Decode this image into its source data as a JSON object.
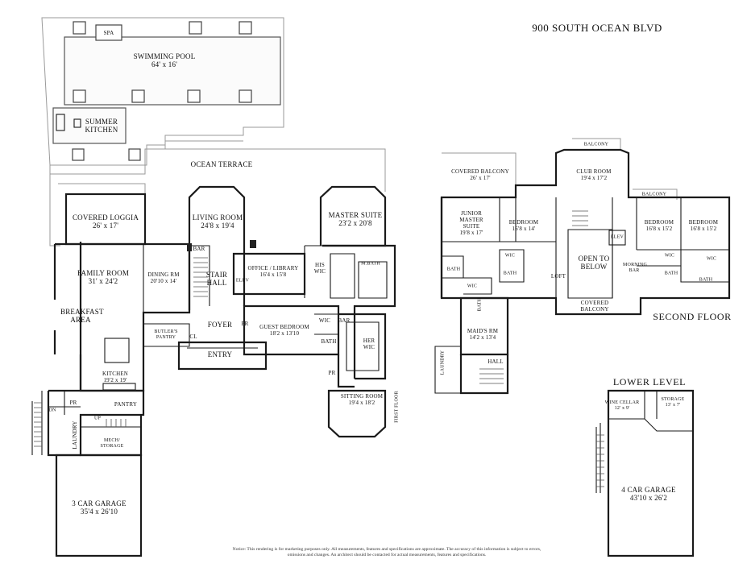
{
  "title": "900 SOUTH OCEAN BLVD",
  "section_labels": {
    "second_floor": "SECOND FLOOR",
    "lower_level": "LOWER LEVEL",
    "first_floor": "FIRST FLOOR"
  },
  "first_floor": {
    "spa": "SPA",
    "pool": {
      "name": "SWIMMING POOL",
      "dim": "64' x 16'"
    },
    "summer_kitchen": "SUMMER KITCHEN",
    "ocean_terrace": "OCEAN TERRACE",
    "covered_loggia": {
      "name": "COVERED LOGGIA",
      "dim": "26' x 17'"
    },
    "living_room": {
      "name": "LIVING ROOM",
      "dim": "24'8 x 19'4"
    },
    "master_suite": {
      "name": "MASTER SUITE",
      "dim": "23'2 x 20'8"
    },
    "family_room": {
      "name": "FAMILY ROOM",
      "dim": "31' x 24'2"
    },
    "dining_rm": {
      "name": "DINING RM",
      "dim": "20'10 x 14'"
    },
    "bar": "BAR",
    "stair_hall": "STAIR HALL",
    "elev": "ELEV",
    "office": {
      "name": "OFFICE / LIBRARY",
      "dim": "16'4 x 15'8"
    },
    "his_wic": "HIS WIC",
    "m_bath": "M.BATH",
    "breakfast": "BREAKFAST AREA",
    "butlers_pantry": "BUTLER'S PANTRY",
    "cl": "CL",
    "foyer": "FOYER",
    "pr1": "PR",
    "guest_bedroom": {
      "name": "GUEST BEDROOM",
      "dim": "18'2 x 13'10"
    },
    "wic": "WIC",
    "bath": "BATH",
    "bar2": "BAR",
    "her_wic": "HER WIC",
    "entry": "ENTRY",
    "kitchen": {
      "name": "KITCHEN",
      "dim": "19'2 x 19'"
    },
    "pr2": "PR",
    "sitting_room": {
      "name": "SITTING ROOM",
      "dim": "19'4 x 18'2"
    },
    "pantry": "PANTRY",
    "pr3": "PR",
    "dn": "DN",
    "up": "UP",
    "laundry": "LAUNDRY",
    "mech": "MECH/ STORAGE",
    "garage3": {
      "name": "3 CAR GARAGE",
      "dim": "35'4 x 26'10"
    }
  },
  "second": {
    "balcony_top": "BALCONY",
    "covered_balcony": {
      "name": "COVERED BALCONY",
      "dim": "26' x 17'"
    },
    "club_room": {
      "name": "CLUB ROOM",
      "dim": "19'4 x 17'2"
    },
    "balcony_right": "BALCONY",
    "junior_master": {
      "name": "JUNIOR MASTER SUITE",
      "dim": "19'8 x 17'"
    },
    "bedroom1": {
      "name": "BEDROOM",
      "dim": "16'8 x 14'"
    },
    "bedroom2": {
      "name": "BEDROOM",
      "dim": "16'8 x 15'2"
    },
    "bedroom3": {
      "name": "BEDROOM",
      "dim": "16'8 x 15'2"
    },
    "elev": "ELEV",
    "wic_a": "WIC",
    "wic_b": "WIC",
    "wic_c": "WIC",
    "wic_d": "WIC",
    "bath_a": "BATH",
    "bath_b": "BATH",
    "bath_c": "BATH",
    "bath_d": "BATH",
    "bath_e": "BATH",
    "open_to_below": "OPEN TO BELOW",
    "loft": "LOFT",
    "morning_bar": "MORNING BAR",
    "covered_balcony2": "COVERED BALCONY",
    "maids_rm": {
      "name": "MAID'S RM",
      "dim": "14'2 x 13'4"
    },
    "hall": "HALL",
    "laundry": "LAUNDRY"
  },
  "lower": {
    "wine_cellar": {
      "name": "WINE CELLAR",
      "dim": "12' x 9'"
    },
    "storage": {
      "name": "STORAGE",
      "dim": "13' x 7'"
    },
    "garage4": {
      "name": "4 CAR GARAGE",
      "dim": "43'10 x 26'2"
    }
  },
  "notice": "Notice: This rendering is for marketing purposes only. All measurements, features and specifications are approximate. The accuracy of this information is subject to errors, omissions and changes. An architect should be contacted for actual measurements, features and specifications."
}
